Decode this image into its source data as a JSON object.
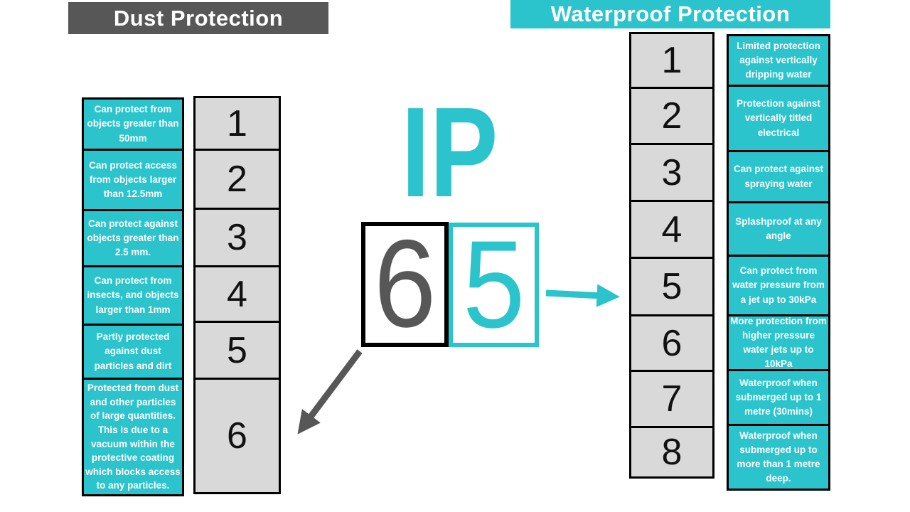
{
  "colors": {
    "teal": "#2BC4CC",
    "dark_gray": "#575757",
    "cell_gray": "#D9D9D9",
    "border_black": "#000000",
    "text_white": "#FFFFFF"
  },
  "center": {
    "ip_label": "IP",
    "dust_digit": "6",
    "water_digit": "5"
  },
  "dust": {
    "title": "Dust Protection",
    "levels": [
      "1",
      "2",
      "3",
      "4",
      "5",
      "6"
    ],
    "descriptions": [
      "Can protect from objects greater than 50mm",
      "Can protect access from objects larger than 12.5mm",
      "Can protect against objects greater than 2.5 mm.",
      "Can protect from insects, and objects larger than 1mm",
      "Partly protected against dust particles and dirt",
      "Protected from dust and other particles of large quantities. This is due to a vacuum within the protective coating which blocks access to any particles."
    ]
  },
  "waterproof": {
    "title": "Waterproof Protection",
    "levels": [
      "1",
      "2",
      "3",
      "4",
      "5",
      "6",
      "7",
      "8"
    ],
    "descriptions": [
      "Limited protection against vertically dripping water",
      "Protection against vertically titled electrical",
      "Can protect against spraying water",
      "Splashproof at any angle",
      "Can protect from water pressure from a jet up to 30kPa",
      "More protection from higher pressure water jets up to 10kPa",
      "Waterproof when submerged up to 1 metre (30mins)",
      "Waterproof when submerged up to more than 1 metre deep."
    ]
  }
}
